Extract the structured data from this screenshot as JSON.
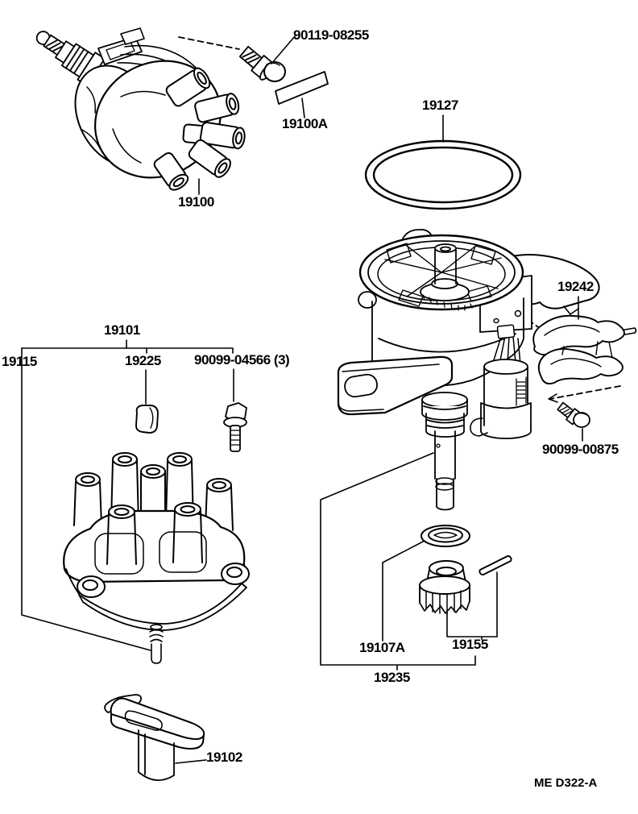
{
  "figure": {
    "code": "ME D322-A"
  },
  "labels": {
    "mounting_bolt": "90119-08255",
    "label_plate": "19100A",
    "distributor_assembly": "19100",
    "o_ring": "19127",
    "cap_group": "19101",
    "distributor_cap": "19115",
    "terminal_dust_cover": "19225",
    "cap_screws": "90099-04566 (3)",
    "cord_clamp": "19242",
    "clamp_screw": "90099-00875",
    "plate_washer": "19107A",
    "driven_gear": "19155",
    "housing_assembly": "19235",
    "rotor": "19102"
  }
}
